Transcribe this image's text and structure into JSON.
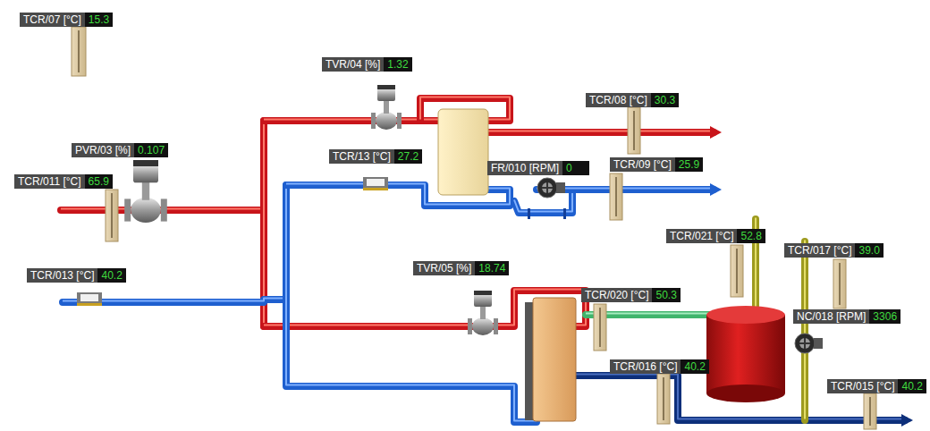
{
  "diagram": {
    "nodes": [
      {
        "text": [
          "TCR/07 [°C]",
          "15.3"
        ]
      },
      {
        "text": [
          "TVR/04 [%]",
          "1.32"
        ]
      },
      {
        "text": [
          "TCR/08 [°C]",
          "30.3"
        ]
      },
      {
        "text": [
          "PVR/03 [%]",
          "0.107"
        ]
      },
      {
        "text": [
          "TCR/13 [°C]",
          "27.2"
        ]
      },
      {
        "text": [
          "FR/010 [RPM]",
          "0"
        ]
      },
      {
        "text": [
          "TCR/09 [°C]",
          "25.9"
        ]
      },
      {
        "text": [
          "TCR/011 [°C]",
          "65.9"
        ]
      },
      {
        "text": [
          "TCR/021 [°C]",
          "52.8"
        ]
      },
      {
        "text": [
          "TCR/017 [°C]",
          "39.0"
        ]
      },
      {
        "text": [
          "TCR/013 [°C]",
          "40.2"
        ]
      },
      {
        "text": [
          "TVR/05 [%]",
          "18.74"
        ]
      },
      {
        "text": [
          "TCR/020 [°C]",
          "50.3"
        ]
      },
      {
        "text": [
          "NC/018 [RPM]",
          "3306"
        ]
      },
      {
        "text": [
          "TCR/016 [°C]",
          "40.2"
        ]
      },
      {
        "text": [
          "TCR/015 [°C]",
          "40.2"
        ]
      }
    ]
  }
}
